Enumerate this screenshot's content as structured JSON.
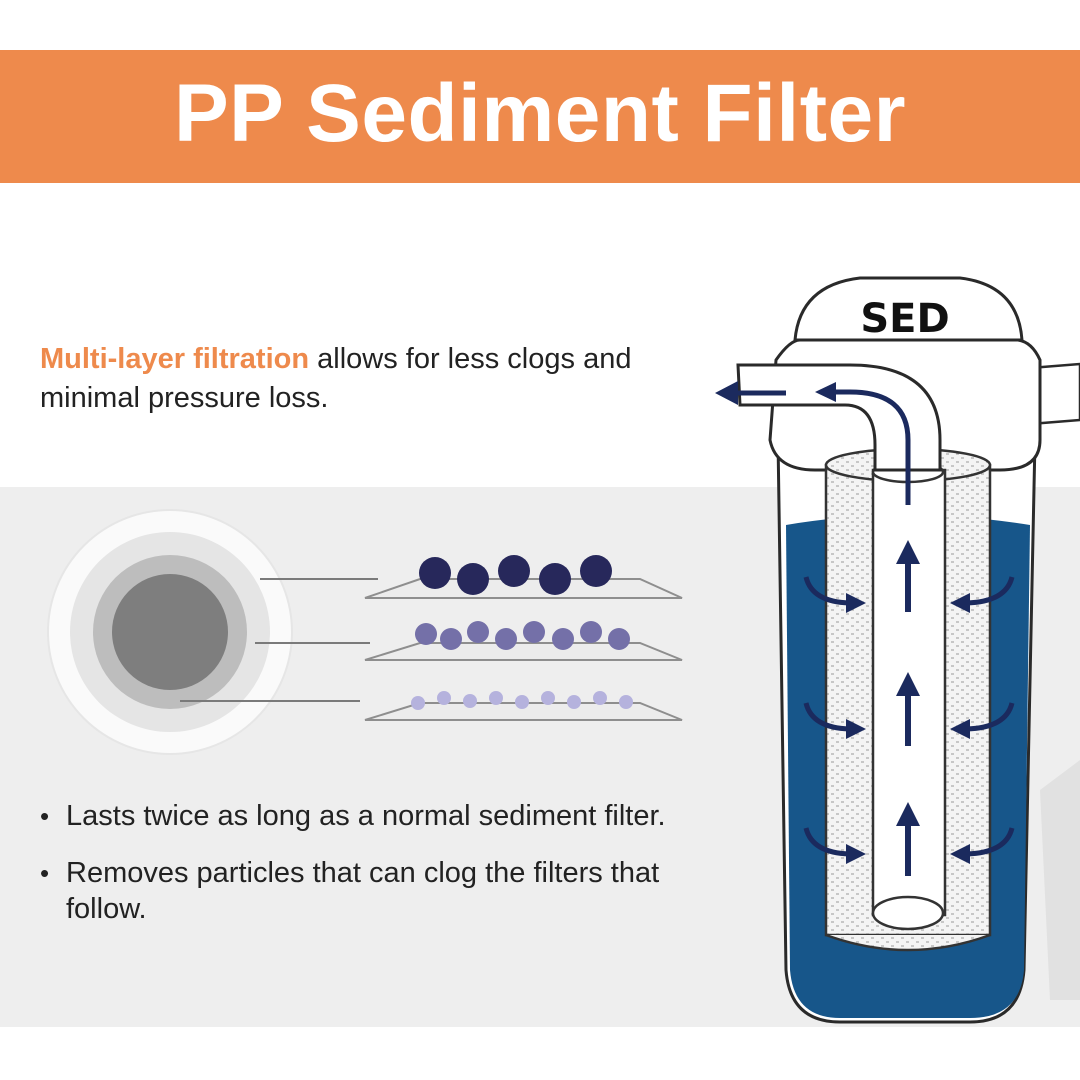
{
  "header": {
    "title": "PP Sediment Filter"
  },
  "intro": {
    "highlight": "Multi-layer filtration",
    "rest": " allows for less clogs and minimal pressure loss."
  },
  "bullets": [
    {
      "text": "Lasts twice as long as a normal sediment filter."
    },
    {
      "text": "Removes particles that can clog the filters that follow."
    }
  ],
  "bullet_glyph": "•",
  "filter": {
    "cap_label": "SED"
  },
  "colors": {
    "banner": "#EE8A4C",
    "highlight": "#EE8A4C",
    "water": "#17568A",
    "arrow": "#1B2A5E",
    "layer_coarse": "#27285B",
    "layer_medium": "#7470A8",
    "layer_fine": "#B5B2DD"
  },
  "icons": [
    "flow-in-arrow-icon",
    "flow-out-arrow-icon",
    "flow-up-arrow-icon"
  ]
}
